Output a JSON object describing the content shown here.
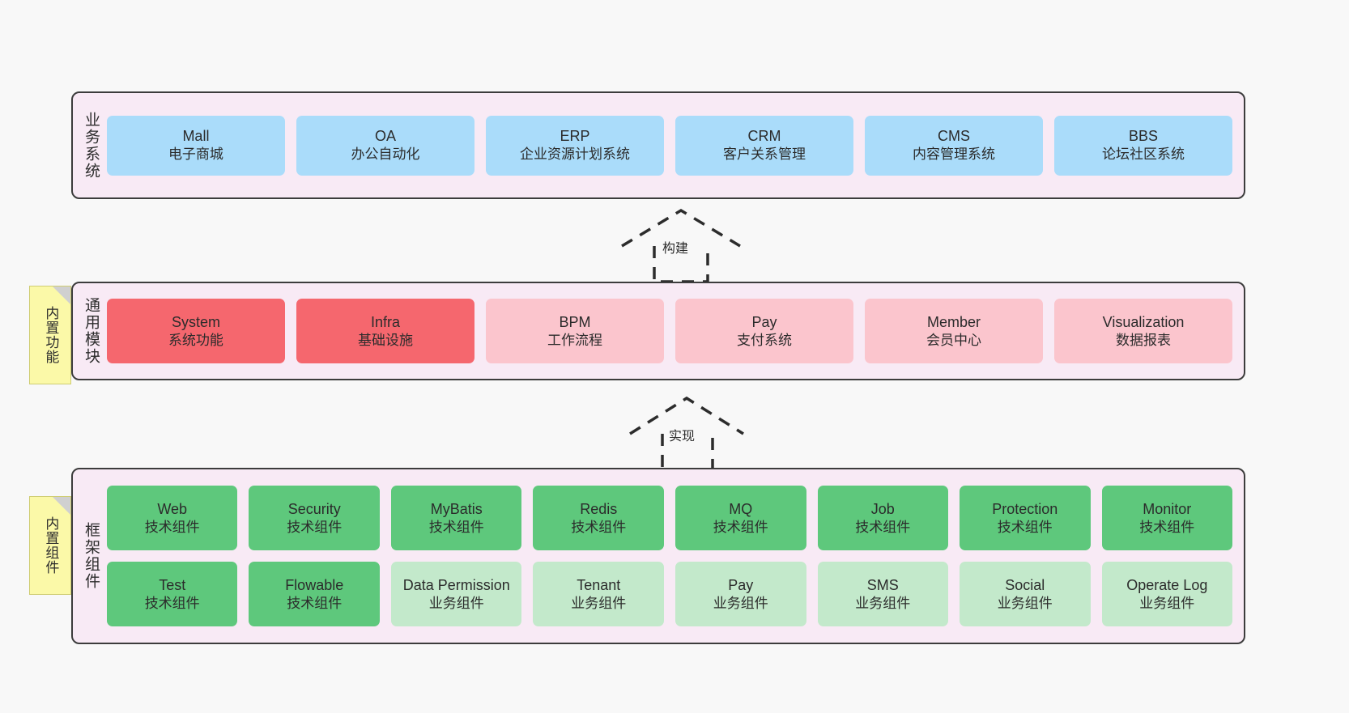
{
  "layers": [
    {
      "id": "business",
      "label": "业务系统",
      "rows": [
        {
          "boxes": [
            {
              "en": "Mall",
              "cn": "电子商城",
              "color": "c-blue"
            },
            {
              "en": "OA",
              "cn": "办公自动化",
              "color": "c-blue"
            },
            {
              "en": "ERP",
              "cn": "企业资源计划系统",
              "color": "c-blue"
            },
            {
              "en": "CRM",
              "cn": "客户关系管理",
              "color": "c-blue"
            },
            {
              "en": "CMS",
              "cn": "内容管理系统",
              "color": "c-blue"
            },
            {
              "en": "BBS",
              "cn": "论坛社区系统",
              "color": "c-blue"
            }
          ]
        }
      ]
    },
    {
      "id": "common",
      "label": "通用模块",
      "note": "内置功能",
      "rows": [
        {
          "boxes": [
            {
              "en": "System",
              "cn": "系统功能",
              "color": "c-red"
            },
            {
              "en": "Infra",
              "cn": "基础设施",
              "color": "c-red"
            },
            {
              "en": "BPM",
              "cn": "工作流程",
              "color": "c-pink"
            },
            {
              "en": "Pay",
              "cn": "支付系统",
              "color": "c-pink"
            },
            {
              "en": "Member",
              "cn": "会员中心",
              "color": "c-pink"
            },
            {
              "en": "Visualization",
              "cn": "数据报表",
              "color": "c-pink"
            }
          ]
        }
      ]
    },
    {
      "id": "frame",
      "label": "框架组件",
      "note": "内置组件",
      "rows": [
        {
          "boxes": [
            {
              "en": "Web",
              "cn": "技术组件",
              "color": "c-green"
            },
            {
              "en": "Security",
              "cn": "技术组件",
              "color": "c-green"
            },
            {
              "en": "MyBatis",
              "cn": "技术组件",
              "color": "c-green"
            },
            {
              "en": "Redis",
              "cn": "技术组件",
              "color": "c-green"
            },
            {
              "en": "MQ",
              "cn": "技术组件",
              "color": "c-green"
            },
            {
              "en": "Job",
              "cn": "技术组件",
              "color": "c-green"
            },
            {
              "en": "Protection",
              "cn": "技术组件",
              "color": "c-green"
            },
            {
              "en": "Monitor",
              "cn": "技术组件",
              "color": "c-green"
            }
          ]
        },
        {
          "boxes": [
            {
              "en": "Test",
              "cn": "技术组件",
              "color": "c-green"
            },
            {
              "en": "Flowable",
              "cn": "技术组件",
              "color": "c-green"
            },
            {
              "en": "Data Permission",
              "cn": "业务组件",
              "color": "c-lightgreen",
              "wrap": true
            },
            {
              "en": "Tenant",
              "cn": "业务组件",
              "color": "c-lightgreen"
            },
            {
              "en": "Pay",
              "cn": "业务组件",
              "color": "c-lightgreen"
            },
            {
              "en": "SMS",
              "cn": "业务组件",
              "color": "c-lightgreen"
            },
            {
              "en": "Social",
              "cn": "业务组件",
              "color": "c-lightgreen"
            },
            {
              "en": "Operate Log",
              "cn": "业务组件",
              "color": "c-lightgreen"
            }
          ]
        }
      ]
    }
  ],
  "arrows": [
    {
      "id": "build",
      "label": "构建"
    },
    {
      "id": "impl",
      "label": "实现"
    }
  ],
  "colors": {
    "background": "#f8f8f8",
    "layer_fill": "#f8eaf5",
    "layer_border": "#3c3c3c",
    "business_box": "#aadcfa",
    "common_core_box": "#f5676e",
    "common_box": "#fbc5cd",
    "tech_component_box": "#5ec87c",
    "business_component_box": "#c3e9cb",
    "note_fill": "#fbf9a8",
    "arrow_stroke": "#2c2c2c"
  }
}
